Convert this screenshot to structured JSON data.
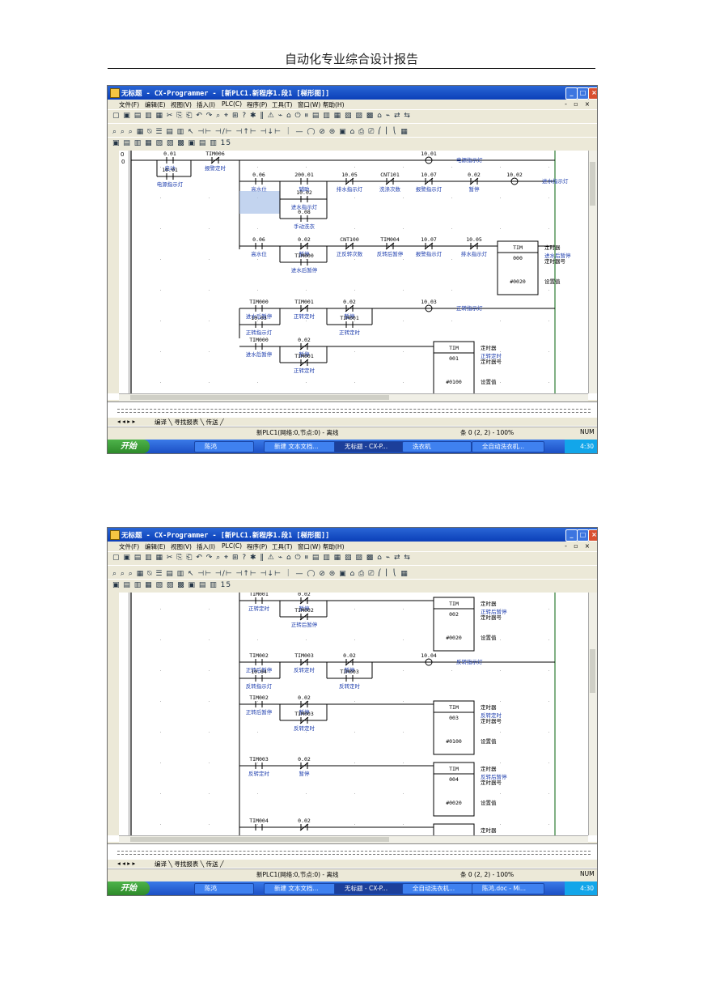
{
  "page": {
    "header": "自动化专业综合设计报告"
  },
  "window": {
    "title": "无标题 - CX-Programmer - [新PLC1.新程序1.段1 [梯形图]]",
    "menu": [
      "文件(F)",
      "编辑(E)",
      "视图(V)",
      "插入(I)",
      "PLC(C)",
      "程序(P)",
      "工具(T)",
      "窗口(W)",
      "帮助(H)"
    ],
    "mdi_controls": "- ▫ ×",
    "scale_label": "15"
  },
  "output_tabs": {
    "nav": "◂ ◂ ▸ ▸",
    "tabs": "编译 ╲ 寻找报表 ╲ 传送 ╱"
  },
  "statusbar": {
    "s1": {
      "center": "新PLC1(网络:0,节点:0) - 离线",
      "right": "条 0 (2, 2) - 100%",
      "corner": "NUM"
    },
    "s2": {
      "center": "新PLC1(网络:0,节点:0) - 离线",
      "right": "条 0 (2, 2) - 100%",
      "corner": "NUM"
    }
  },
  "taskbar": {
    "start": "开始",
    "clock": "4:30",
    "s1": [
      "陈鸿",
      "新建 文本文档...",
      "无标题 - CX-P...",
      "洗衣机",
      "全自动洗衣机..."
    ],
    "s2": [
      "陈鸿",
      "新建 文本文档...",
      "无标题 - CX-P...",
      "全自动洗衣机...",
      "陈鸿.doc - Mi..."
    ]
  },
  "ladder1": {
    "line_numbers": [
      "0",
      "0"
    ],
    "contacts": [
      [
        "0.01",
        "启动"
      ],
      [
        "TIM006",
        "报警定时"
      ],
      [
        "10.01",
        "电源指示灯"
      ],
      [
        "0.06",
        "高水位"
      ],
      [
        "200.01",
        "辅助"
      ],
      [
        "10.05",
        "排水指示灯"
      ],
      [
        "CNT101",
        "洗涤次数"
      ],
      [
        "10.07",
        "报警指示灯"
      ],
      [
        "0.02",
        "暂停"
      ],
      [
        "10.02",
        "进水指示灯"
      ],
      [
        "0.08",
        "手动洗衣"
      ],
      [
        "0.06",
        "高水位"
      ],
      [
        "0.02",
        "暂停"
      ],
      [
        "CNT100",
        "正反转次数"
      ],
      [
        "TIM004",
        "反转后暂停"
      ],
      [
        "10.07",
        "报警指示灯"
      ],
      [
        "10.05",
        "排水指示灯"
      ],
      [
        "TIM000",
        "进水后暂停"
      ],
      [
        "TIM000",
        "进水后暂停"
      ],
      [
        "TIM001",
        "正转定时"
      ],
      [
        "0.02",
        "暂停"
      ],
      [
        "10.03",
        "正转指示灯"
      ],
      [
        "TIM001",
        "正转定时"
      ],
      [
        "TIM000",
        "进水后暂停"
      ],
      [
        "0.02",
        "暂停"
      ],
      [
        "TIM001",
        "正转定时"
      ]
    ],
    "coils": [
      [
        "10.01",
        "电源指示灯"
      ],
      [
        "10.02",
        "进水指示灯"
      ],
      [
        "10.03",
        "正转指示灯"
      ]
    ],
    "timers": [
      {
        "head": "TIM",
        "num": "000",
        "num_comment": "进水后暂停",
        "set": "#0020",
        "l1": "定时器",
        "l2": "定时器号",
        "l3": "设置值"
      },
      {
        "head": "TIM",
        "num": "001",
        "num_comment": "正转定时",
        "set": "#0100",
        "l1": "定时器",
        "l2": "定时器号",
        "l3": "设置值"
      }
    ]
  },
  "ladder2": {
    "contacts": [
      [
        "TIM001",
        "正转定时"
      ],
      [
        "0.02",
        "暂停"
      ],
      [
        "TIM002",
        "正转后暂停"
      ],
      [
        "TIM002",
        "正转后暂停"
      ],
      [
        "TIM003",
        "反转定时"
      ],
      [
        "0.02",
        "暂停"
      ],
      [
        "10.04",
        "反转指示灯"
      ],
      [
        "TIM003",
        "反转定时"
      ],
      [
        "TIM002",
        "正转后暂停"
      ],
      [
        "0.02",
        "暂停"
      ],
      [
        "TIM003",
        "反转定时"
      ],
      [
        "TIM003",
        "反转定时"
      ],
      [
        "0.02",
        "暂停"
      ],
      [
        "TIM004",
        ""
      ],
      [
        "0.02",
        ""
      ]
    ],
    "coils": [
      [
        "10.04",
        "反转指示灯"
      ]
    ],
    "timers": [
      {
        "head": "TIM",
        "num": "002",
        "num_comment": "正转后暂停",
        "set": "#0020",
        "l1": "定时器",
        "l2": "定时器号",
        "l3": "设置值"
      },
      {
        "head": "TIM",
        "num": "003",
        "num_comment": "反转定时",
        "set": "#0100",
        "l1": "定时器",
        "l2": "定时器号",
        "l3": "设置值"
      },
      {
        "head": "TIM",
        "num": "004",
        "num_comment": "反转后暂停",
        "set": "#0020",
        "l1": "定时器",
        "l2": "定时器号",
        "l3": "设置值"
      }
    ],
    "partial_label": "定时器"
  },
  "colors": {
    "comment": "#1f3fae",
    "rung": "#000000",
    "rail": "#2d7d32",
    "select": "#a9c2e8"
  }
}
